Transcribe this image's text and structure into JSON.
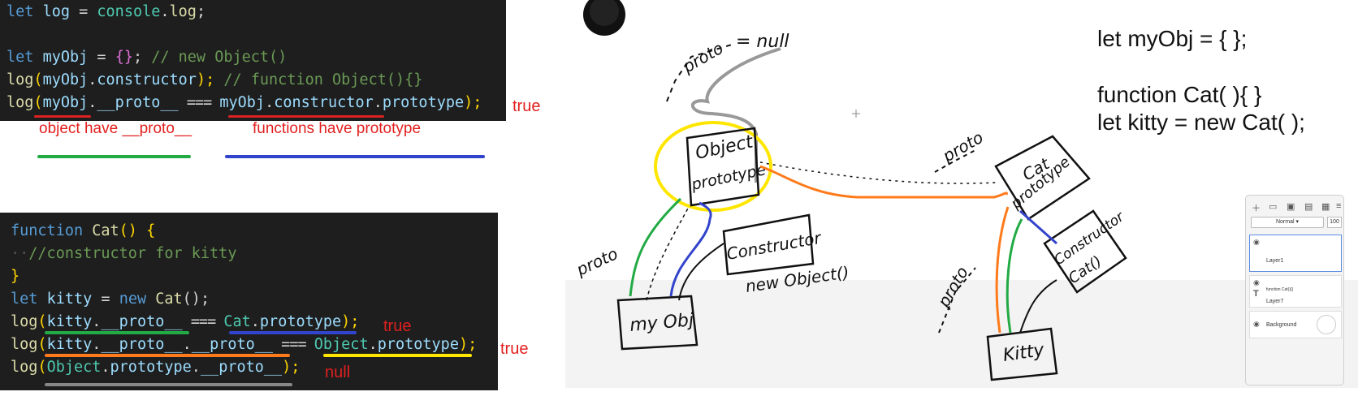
{
  "code_top": {
    "line1": {
      "kw": "let",
      "id": "log",
      "eq": " = ",
      "obj": "console",
      "dot": ".",
      "prop": "log",
      "end": ";"
    },
    "line2": {
      "kw": "let",
      "id": "myObj",
      "eq": " = ",
      "val": "{}",
      "semi": ";",
      "comment": " // new Object()"
    },
    "line3": {
      "fn": "log",
      "open": "(",
      "obj": "myObj",
      "dot": ".",
      "prop": "constructor",
      "close": ");",
      "comment": " // function Object(){}"
    },
    "line4": {
      "fn": "log",
      "open": "(",
      "obj": "myObj",
      "dot": ".",
      "prop": "__proto__",
      "eq": " === ",
      "obj2": "myObj",
      "dot2": ".",
      "prop2": "constructor",
      "dot3": ".",
      "prop3": "prototype",
      "close": ");"
    }
  },
  "annotations_top": {
    "result_true": "true",
    "object_note": "object have __proto__",
    "function_note": "functions have prototype"
  },
  "code_bottom": {
    "line1": {
      "kw": "function",
      "name": "Cat",
      "sig": "() ",
      "brace": "{"
    },
    "line2": {
      "dots": "··",
      "comment": "//constructor for kitty"
    },
    "line3": {
      "brace": "}"
    },
    "line4": {
      "kw": "let",
      "id": "kitty",
      "eq": " = ",
      "new": "new",
      "name": "Cat",
      "call": "();"
    },
    "line5": {
      "fn": "log",
      "open": "(",
      "obj": "kitty",
      "dot": ".",
      "prop": "__proto__",
      "eq": " === ",
      "obj2": "Cat",
      "dot2": ".",
      "prop2": "prototype",
      "close": ");"
    },
    "line6": {
      "fn": "log",
      "open": "(",
      "obj": "kitty",
      "dot": ".",
      "prop": "__proto__",
      "dot2": ".",
      "prop2": "__proto__",
      "eq": " === ",
      "obj2": "Object",
      "dot3": ".",
      "prop3": "prototype",
      "close": ");"
    },
    "line7": {
      "fn": "log",
      "open": "(",
      "obj": "Object",
      "dot": ".",
      "prop": "prototype",
      "dot2": ".",
      "prop2": "__proto__",
      "close": ");"
    }
  },
  "annotations_bottom": {
    "r1": "true",
    "r2": "true",
    "r3": "null"
  },
  "drawing_code": {
    "l1": "let myObj = { };",
    "l2": "function Cat( ){ }",
    "l3": "let kitty = new Cat( );"
  },
  "handwriting": {
    "null_label": "= null",
    "proto": "proto",
    "object_prototype_1": "Object",
    "object_prototype_2": "prototype",
    "constructor": "Constructor",
    "new_object": "new Object()",
    "myobj": "my Obj",
    "cat_prototype_1": "Cat",
    "cat_prototype_2": "prototype",
    "cat_constructor_1": "Constructor",
    "cat_constructor_2": "Cat()",
    "kitty": "Kitty"
  },
  "layers_panel": {
    "blend_mode": "Normal",
    "opacity": "100",
    "layer1": "Layer1",
    "text_layer": "function Cat(){}",
    "layer7": "Layer7",
    "background": "Background"
  },
  "colors": {
    "underline_green": "#22aa44",
    "underline_blue": "#3344cc",
    "underline_red": "#dd2222",
    "underline_orange": "#ff7a1a",
    "underline_yellow": "#ffe600",
    "underline_gray": "#888888",
    "annotation_red": "#e21f1f"
  }
}
